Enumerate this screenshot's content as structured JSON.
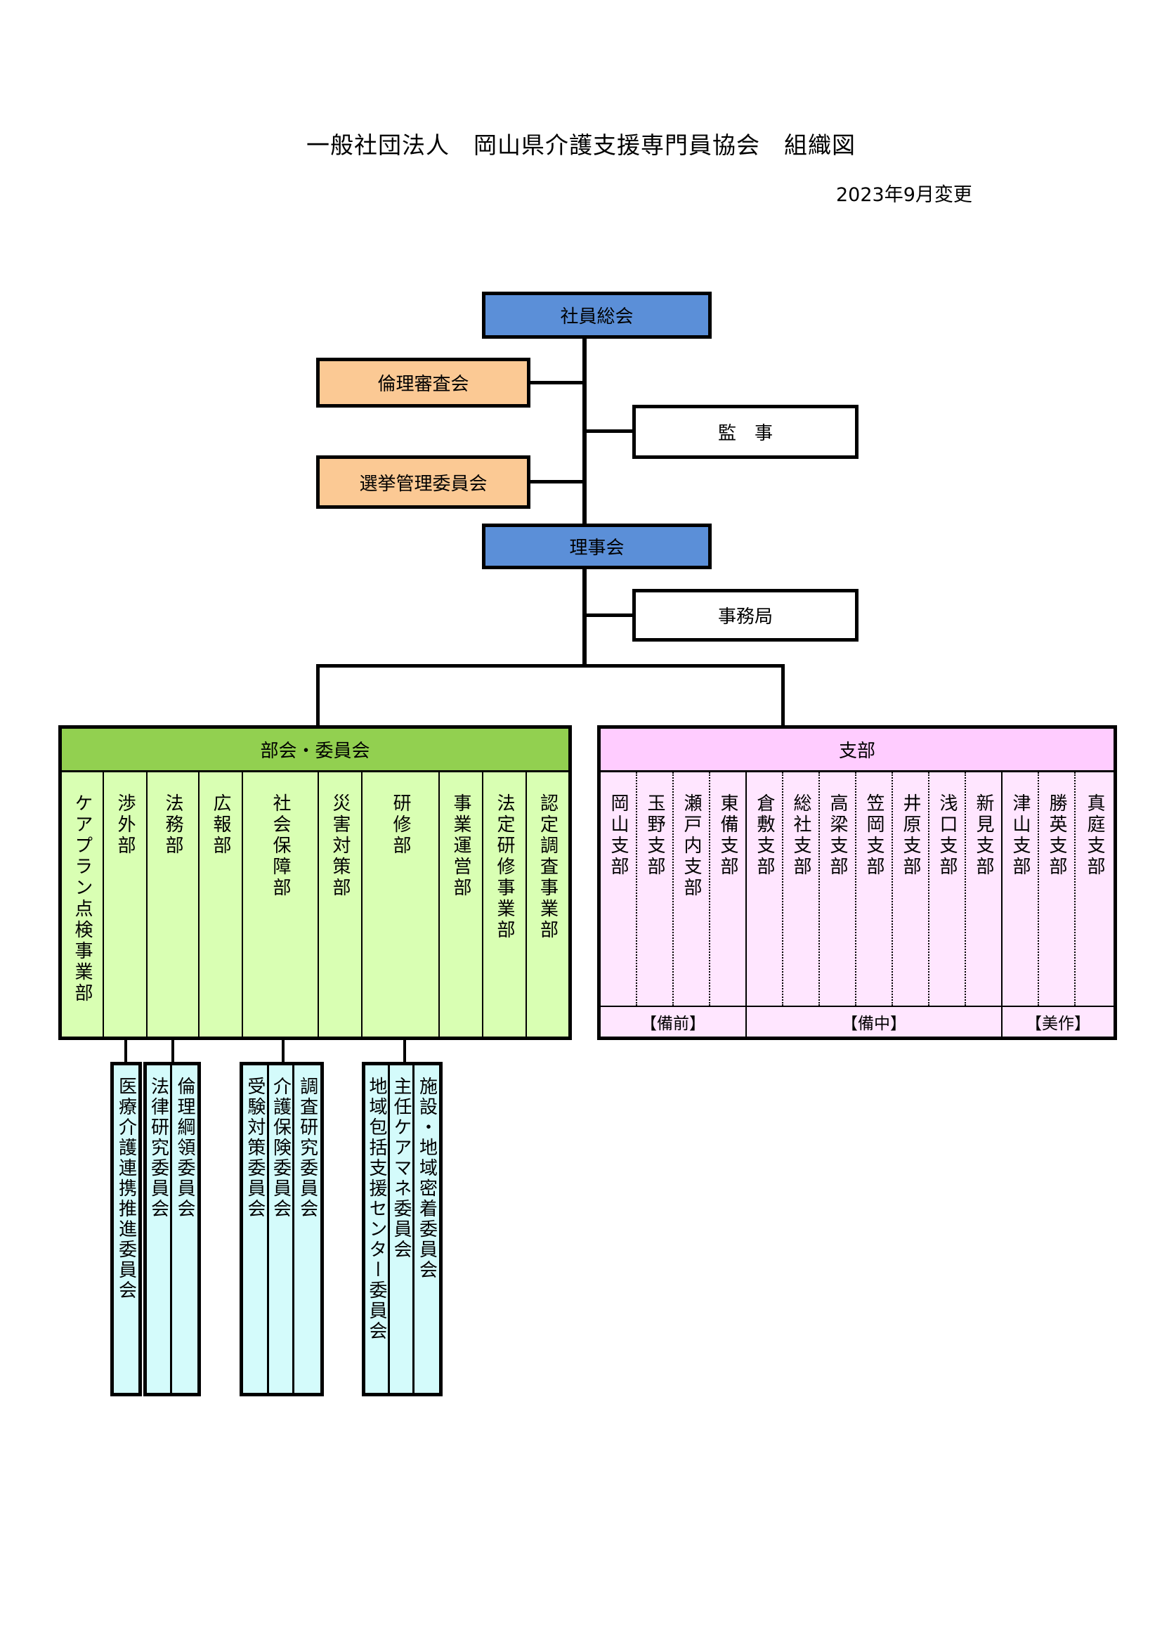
{
  "title": "一般社団法人　岡山県介護支援専門員協会　組織図",
  "date": "2023年9月変更",
  "colors": {
    "general_meeting": "#5b8fd8",
    "ethics_boxes": "#fbc994",
    "committee_panel_header": "#92d050",
    "committee_panel_body": "#d9ffb3",
    "branch_panel_header": "#ffccff",
    "branch_panel_body": "#ffe6ff",
    "sub_committee_boxes": "#d4fbfb"
  },
  "nodes": {
    "general_meeting": "社員総会",
    "ethics_review": "倫理審査会",
    "auditor": "監　事",
    "election_committee": "選挙管理委員会",
    "board": "理事会",
    "secretariat": "事務局"
  },
  "committees": {
    "header": "部会・委員会",
    "columns": [
      "ケアプラン点検事業部",
      "渉外部",
      "法務部",
      "広報部",
      "社会保障部",
      "災害対策部",
      "研修部",
      "事業運営部",
      "法定研修事業部",
      "認定調査事業部"
    ]
  },
  "branches": {
    "header": "支部",
    "columns": [
      "岡山支部",
      "玉野支部",
      "瀬戸内支部",
      "東備支部",
      "倉敷支部",
      "総社支部",
      "高梁支部",
      "笠岡支部",
      "井原支部",
      "浅口支部",
      "新見支部",
      "津山支部",
      "勝英支部",
      "真庭支部"
    ],
    "groups": [
      "【備前】",
      "【備中】",
      "【美作】"
    ]
  },
  "sub_committees": {
    "group1": [
      "医療介護連携推進委員会"
    ],
    "group2": [
      "法律研究委員会",
      "倫理綱領委員会"
    ],
    "group3": [
      "受験対策委員会",
      "介護保険委員会",
      "調査研究委員会"
    ],
    "group4": [
      "地域包括支援センター委員会",
      "主任ケアマネ委員会",
      "施設・地域密着委員会"
    ]
  }
}
